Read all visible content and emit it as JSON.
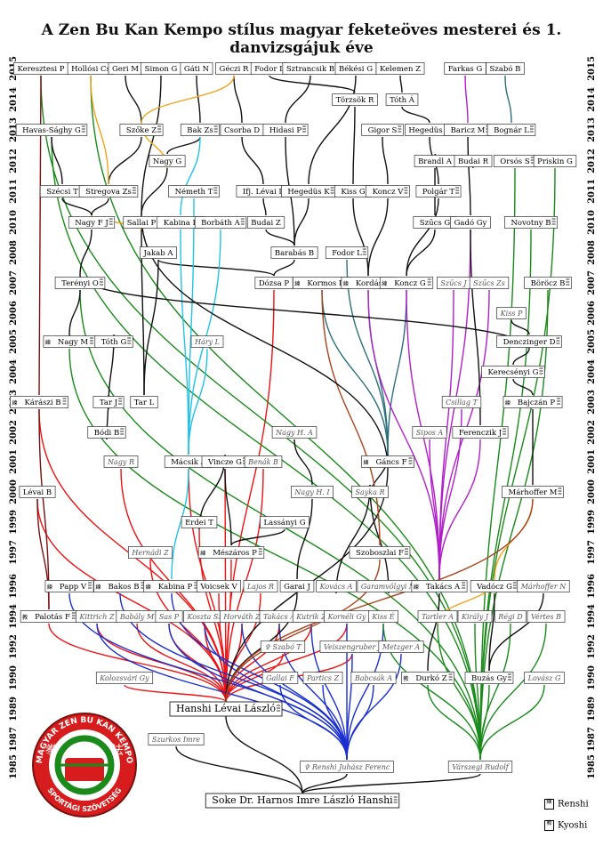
{
  "title": "A Zen Bu Kan Kempo stílus magyar feketeöves mesterei és 1. danvizsgájuk éve",
  "years": [
    "2015",
    "2014",
    "2013",
    "2012",
    "2011",
    "2010",
    "2008",
    "2007",
    "2006",
    "2005",
    "2004",
    "2003",
    "2002",
    "2001",
    "2000",
    "1999",
    "1997",
    "1996",
    "1994",
    "1992",
    "1990",
    "1989",
    "1987",
    "1985"
  ],
  "legend": {
    "renshi": "Renshi",
    "kyoshi": "Kyoshi"
  },
  "logo": {
    "top": "MAGYAR ZEN BU KAN KEMPO",
    "bottom": "SPORTÁGI SZÖVETSÉG"
  },
  "colors": {
    "red": "#e11",
    "blue": "#1a2fd0",
    "green": "#1a8a1a",
    "black": "#111",
    "orange": "#f2a21a",
    "cyan": "#22c2e8",
    "purple": "#b11fc9",
    "teal": "#2c6f7a",
    "brown": "#a8421a",
    "darkred": "#7a1010",
    "darkgreen": "#1f6a1f"
  },
  "nodes": [
    {
      "id": "keresztesi",
      "label": "Keresztesi P",
      "y": "2015",
      "col": "0"
    },
    {
      "id": "hollosi",
      "label": "Hollósi Cs",
      "y": "2015",
      "col": "1"
    },
    {
      "id": "geri",
      "label": "Geri M",
      "y": "2015",
      "col": "2"
    },
    {
      "id": "simon",
      "label": "Simon G",
      "y": "2015",
      "col": "3"
    },
    {
      "id": "gati",
      "label": "Gáti N",
      "y": "2015",
      "col": "4"
    },
    {
      "id": "geczi",
      "label": "Géczi R",
      "y": "2015",
      "col": "5"
    },
    {
      "id": "fodorl15",
      "label": "Fodor L",
      "y": "2015",
      "col": "6"
    },
    {
      "id": "sztrancsik",
      "label": "Sztrancsik B",
      "y": "2015",
      "col": "7"
    },
    {
      "id": "bekesi",
      "label": "Békési G",
      "y": "2015",
      "col": "8"
    },
    {
      "id": "kelemen",
      "label": "Kelemen Z",
      "y": "2015",
      "col": "9"
    },
    {
      "id": "farkas",
      "label": "Farkas G",
      "y": "2015",
      "col": "10"
    },
    {
      "id": "szabob",
      "label": "Szabó B",
      "y": "2015",
      "col": "11"
    },
    {
      "id": "torzsok",
      "label": "Törzsök R",
      "y": "2014",
      "col": "12"
    },
    {
      "id": "totha",
      "label": "Tóth Á",
      "y": "2014",
      "col": "13"
    },
    {
      "id": "havas",
      "label": "Havas-Sághy G",
      "y": "2013",
      "col": "14",
      "r": "1"
    },
    {
      "id": "szokez",
      "label": "Szőke Z",
      "y": "2013",
      "col": "15",
      "r": "1"
    },
    {
      "id": "bakzs",
      "label": "Bak Zs",
      "y": "2013",
      "col": "16",
      "r": "1"
    },
    {
      "id": "csorba",
      "label": "Csorba D",
      "y": "2013",
      "col": "17"
    },
    {
      "id": "hidasi",
      "label": "Hidasi P",
      "y": "2013",
      "col": "18",
      "r": "1"
    },
    {
      "id": "gigor",
      "label": "Gigor S",
      "y": "2013",
      "col": "19",
      "r": "1"
    },
    {
      "id": "hegedusb",
      "label": "Hegedüs B",
      "y": "2013",
      "col": "20"
    },
    {
      "id": "baricz",
      "label": "Baricz M",
      "y": "2013",
      "col": "21",
      "r": "1"
    },
    {
      "id": "bognar",
      "label": "Bognár L",
      "y": "2013",
      "col": "22",
      "r": "1"
    },
    {
      "id": "nagyg",
      "label": "Nagy G",
      "y": "2012",
      "col": "23"
    },
    {
      "id": "brandl",
      "label": "Brandl A",
      "y": "2012",
      "col": "24"
    },
    {
      "id": "budair",
      "label": "Budai R",
      "y": "2012",
      "col": "25"
    },
    {
      "id": "orsos",
      "label": "Orsós S",
      "y": "2012",
      "col": "26",
      "r": "1"
    },
    {
      "id": "priskin",
      "label": "Priskin G",
      "y": "2012",
      "col": "27"
    },
    {
      "id": "szecsi",
      "label": "Szécsi T",
      "y": "2011",
      "col": "28",
      "r": "1"
    },
    {
      "id": "stregova",
      "label": "Stregova Zs",
      "y": "2011",
      "col": "29",
      "r": "1"
    },
    {
      "id": "nemetht",
      "label": "Németh T",
      "y": "2011",
      "col": "30",
      "r": "1"
    },
    {
      "id": "ifjlevai",
      "label": "Ifj. Lévai L",
      "y": "2011",
      "col": "31",
      "r": "1"
    },
    {
      "id": "hegedusk",
      "label": "Hegedüs K",
      "y": "2011",
      "col": "32",
      "r": "1"
    },
    {
      "id": "kissg",
      "label": "Kiss G",
      "y": "2011",
      "col": "33",
      "r": "1"
    },
    {
      "id": "koncz",
      "label": "Koncz V",
      "y": "2011",
      "col": "34",
      "r": "1"
    },
    {
      "id": "polgar",
      "label": "Polgár T",
      "y": "2011",
      "col": "35",
      "r": "1"
    },
    {
      "id": "nagyfj",
      "label": "Nagy F J",
      "y": "2010",
      "col": "36",
      "r": "1"
    },
    {
      "id": "sallai",
      "label": "Sallai P",
      "y": "2010",
      "col": "37"
    },
    {
      "id": "kabinap10",
      "label": "Kabina P",
      "y": "2010",
      "col": "38",
      "r": "1"
    },
    {
      "id": "borbath",
      "label": "Borbáth A",
      "y": "2010",
      "col": "39",
      "r": "1"
    },
    {
      "id": "budaiz",
      "label": "Budai Z",
      "y": "2010",
      "col": "40"
    },
    {
      "id": "szucsg",
      "label": "Szűcs G",
      "y": "2010",
      "col": "41",
      "r": "1"
    },
    {
      "id": "gado",
      "label": "Gadó Gy",
      "y": "2010",
      "col": "42"
    },
    {
      "id": "novotny",
      "label": "Novotny B",
      "y": "2010",
      "col": "43",
      "r": "1"
    },
    {
      "id": "jakab",
      "label": "Jakab A",
      "y": "2008",
      "col": "44"
    },
    {
      "id": "barabas",
      "label": "Barabás B",
      "y": "2008",
      "col": "45"
    },
    {
      "id": "fodorl08",
      "label": "Fodor L",
      "y": "2008",
      "col": "46",
      "r": "1"
    },
    {
      "id": "terenyi",
      "label": "Terényi O",
      "y": "2007",
      "col": "47",
      "r": "1"
    },
    {
      "id": "dozsa",
      "label": "Dózsa P",
      "y": "2007",
      "col": "48"
    },
    {
      "id": "kormos",
      "label": "Kormos L",
      "y": "2007",
      "col": "49",
      "r": "1",
      "k": "1"
    },
    {
      "id": "kordas",
      "label": "Kordás I",
      "y": "2007",
      "col": "50",
      "r": "1",
      "k": "1"
    },
    {
      "id": "konczg",
      "label": "Koncz G",
      "y": "2007",
      "col": "51",
      "r": "1",
      "k": "1"
    },
    {
      "id": "szucsj",
      "label": "Szűcs J",
      "y": "2007",
      "col": "52",
      "i": "1"
    },
    {
      "id": "szucszs",
      "label": "Szűcs Zs",
      "y": "2007",
      "col": "53",
      "i": "1"
    },
    {
      "id": "boroczb",
      "label": "Böröcz B",
      "y": "2007",
      "col": "54",
      "r": "1"
    },
    {
      "id": "kissp",
      "label": "Kiss P",
      "y": "2006",
      "col": "55",
      "i": "1"
    },
    {
      "id": "nagym",
      "label": "Nagy M",
      "y": "2005",
      "col": "56",
      "r": "1",
      "k": "1"
    },
    {
      "id": "tothg",
      "label": "Tóth G",
      "y": "2005",
      "col": "57",
      "r": "1"
    },
    {
      "id": "haryl",
      "label": "Háry L",
      "y": "2005",
      "col": "58",
      "i": "1"
    },
    {
      "id": "dencz",
      "label": "Denczinger D",
      "y": "2005",
      "col": "59",
      "r": "1"
    },
    {
      "id": "kerecs",
      "label": "Kerecsényi G",
      "y": "2004",
      "col": "60",
      "r": "1"
    },
    {
      "id": "karaszi",
      "label": "Kárászi B",
      "y": "2003",
      "col": "61",
      "r": "1",
      "k": "1"
    },
    {
      "id": "tarj",
      "label": "Tar J",
      "y": "2003",
      "col": "62",
      "r": "1"
    },
    {
      "id": "tarl",
      "label": "Tar L",
      "y": "2003",
      "col": "63"
    },
    {
      "id": "csillag",
      "label": "Csillag T",
      "y": "2003",
      "col": "64",
      "i": "1"
    },
    {
      "id": "bajczan",
      "label": "Bajczán P",
      "y": "2003",
      "col": "65",
      "r": "1",
      "k": "1"
    },
    {
      "id": "bodi",
      "label": "Bódi B",
      "y": "2002",
      "col": "66",
      "r": "1"
    },
    {
      "id": "nagyha",
      "label": "Nagy H. A",
      "y": "2002",
      "col": "67",
      "i": "1"
    },
    {
      "id": "siposa",
      "label": "Sipos A",
      "y": "2002",
      "col": "68",
      "i": "1"
    },
    {
      "id": "ferencz",
      "label": "Ferenczik J",
      "y": "2002",
      "col": "69",
      "r": "1"
    },
    {
      "id": "nagyr",
      "label": "Nagy R",
      "y": "2001",
      "col": "70",
      "i": "1"
    },
    {
      "id": "macsik",
      "label": "Mácsik A",
      "y": "2001",
      "col": "71",
      "r": "1"
    },
    {
      "id": "vincze",
      "label": "Vincze G",
      "y": "2001",
      "col": "72",
      "r": "1"
    },
    {
      "id": "benak",
      "label": "Benák B",
      "y": "2001",
      "col": "73",
      "i": "1"
    },
    {
      "id": "gancs",
      "label": "Gáncs F",
      "y": "2001",
      "col": "74",
      "r": "1",
      "k": "1"
    },
    {
      "id": "levaib",
      "label": "Lévai B",
      "y": "2000",
      "col": "75"
    },
    {
      "id": "nagyhi",
      "label": "Nagy H. I",
      "y": "2000",
      "col": "76",
      "i": "1"
    },
    {
      "id": "sayka",
      "label": "Sayka R",
      "y": "2000",
      "col": "77",
      "i": "1"
    },
    {
      "id": "marhofferm",
      "label": "Márhoffer M",
      "y": "2000",
      "col": "78",
      "r": "1"
    },
    {
      "id": "erdei",
      "label": "Erdei T",
      "y": "1999",
      "col": "79"
    },
    {
      "id": "lassanyi",
      "label": "Lassányi G",
      "y": "1999",
      "col": "80"
    },
    {
      "id": "hernadi",
      "label": "Hernádi Z",
      "y": "1997",
      "col": "81",
      "i": "1"
    },
    {
      "id": "meszaros",
      "label": "Mészáros P",
      "y": "1997",
      "col": "82",
      "r": "1",
      "k": "1"
    },
    {
      "id": "szoboszlai",
      "label": "Szoboszlai F",
      "y": "1997",
      "col": "83",
      "r": "1"
    },
    {
      "id": "pappv",
      "label": "Papp V",
      "y": "1996",
      "col": "84",
      "r": "1",
      "k": "1"
    },
    {
      "id": "bakos",
      "label": "Bakos B",
      "y": "1996",
      "col": "85",
      "r": "1",
      "k": "1"
    },
    {
      "id": "kabinap96",
      "label": "Kabina P",
      "y": "1996",
      "col": "86",
      "r": "1",
      "k": "1"
    },
    {
      "id": "voicsek",
      "label": "Voicsek V",
      "y": "1996",
      "col": "87"
    },
    {
      "id": "lajos",
      "label": "Lajos R",
      "y": "1996",
      "col": "88",
      "i": "1"
    },
    {
      "id": "garai",
      "label": "Garai J",
      "y": "1996",
      "col": "89"
    },
    {
      "id": "kovacs",
      "label": "Kovács A",
      "y": "1996",
      "col": "90",
      "i": "1"
    },
    {
      "id": "garam",
      "label": "Garamvölgyi M",
      "y": "1996",
      "col": "91",
      "i": "1"
    },
    {
      "id": "takacsa96",
      "label": "Takács A",
      "y": "1996",
      "col": "92",
      "r": "1",
      "k": "1"
    },
    {
      "id": "vadocz",
      "label": "Vadócz G",
      "y": "1996",
      "col": "93",
      "r": "1"
    },
    {
      "id": "marhoffern",
      "label": "Márhoffer N",
      "y": "1996",
      "col": "94",
      "i": "1"
    },
    {
      "id": "palotas",
      "label": "Palotás F",
      "y": "1994",
      "col": "95",
      "r": "1",
      "k": "2"
    },
    {
      "id": "kittrich",
      "label": "Kittrich Z",
      "y": "1994",
      "col": "96",
      "i": "1"
    },
    {
      "id": "babaly",
      "label": "Babály M",
      "y": "1994",
      "col": "97",
      "i": "1"
    },
    {
      "id": "sasp",
      "label": "Sas P",
      "y": "1994",
      "col": "98",
      "i": "1"
    },
    {
      "id": "koszta",
      "label": "Koszta Sz",
      "y": "1994",
      "col": "99",
      "i": "1"
    },
    {
      "id": "horvath",
      "label": "Horváth Z",
      "y": "1994",
      "col": "100",
      "i": "1"
    },
    {
      "id": "takacsa94",
      "label": "Takács A",
      "y": "1994",
      "col": "101",
      "i": "1"
    },
    {
      "id": "kutrik",
      "label": "Kutrik Z",
      "y": "1994",
      "col": "102",
      "i": "1"
    },
    {
      "id": "korneli",
      "label": "Kornéli Gy",
      "y": "1994",
      "col": "103",
      "i": "1"
    },
    {
      "id": "kisse",
      "label": "Kiss É",
      "y": "1994",
      "col": "104",
      "i": "1"
    },
    {
      "id": "tartler",
      "label": "Tartler A",
      "y": "1994",
      "col": "105",
      "i": "1"
    },
    {
      "id": "kiraly",
      "label": "Király J",
      "y": "1994",
      "col": "106",
      "i": "1"
    },
    {
      "id": "regid",
      "label": "Régi D",
      "y": "1994",
      "col": "107",
      "i": "1"
    },
    {
      "id": "vertes",
      "label": "Vértes B",
      "y": "1994",
      "col": "108",
      "i": "1"
    },
    {
      "id": "szabot",
      "label": "✞ Szabó T",
      "y": "1992",
      "col": "109",
      "i": "1"
    },
    {
      "id": "veiszen",
      "label": "Veiszengruber J",
      "y": "1992",
      "col": "110",
      "i": "1"
    },
    {
      "id": "metzger",
      "label": "Metzger A",
      "y": "1992",
      "col": "111",
      "i": "1"
    },
    {
      "id": "kolozs",
      "label": "Kolozsvári Gy",
      "y": "1990",
      "col": "112",
      "i": "1"
    },
    {
      "id": "gallai",
      "label": "Gallai F",
      "y": "1990",
      "col": "113",
      "i": "1"
    },
    {
      "id": "partics",
      "label": "Partics Z",
      "y": "1990",
      "col": "114",
      "i": "1"
    },
    {
      "id": "babcsak",
      "label": "Babcsák A",
      "y": "1990",
      "col": "115",
      "i": "1"
    },
    {
      "id": "durko",
      "label": "Durkó Z",
      "y": "1990",
      "col": "116",
      "r": "1",
      "k": "2"
    },
    {
      "id": "buzas",
      "label": "Buzás Gy",
      "y": "1990",
      "col": "117",
      "r": "1"
    },
    {
      "id": "lovasz",
      "label": "Lovász G",
      "y": "1990",
      "col": "118",
      "i": "1"
    },
    {
      "id": "levail",
      "label": "Hanshi Lévai László",
      "y": "1989",
      "col": "119",
      "r": "1"
    },
    {
      "id": "szurkos",
      "label": "Szurkos Imre",
      "y": "1987",
      "col": "120",
      "i": "1"
    },
    {
      "id": "juhasz",
      "label": "✞ Renshi Juhász Ferenc",
      "y": "1985",
      "col": "121",
      "i": "1"
    },
    {
      "id": "varszegi",
      "label": "Várszegi Rudolf",
      "y": "1985",
      "col": "122",
      "i": "1"
    },
    {
      "id": "harnos",
      "label": "Soke Dr. Harnos Imre László Hanshi",
      "y": "1984",
      "col": "123",
      "r": "1"
    }
  ]
}
